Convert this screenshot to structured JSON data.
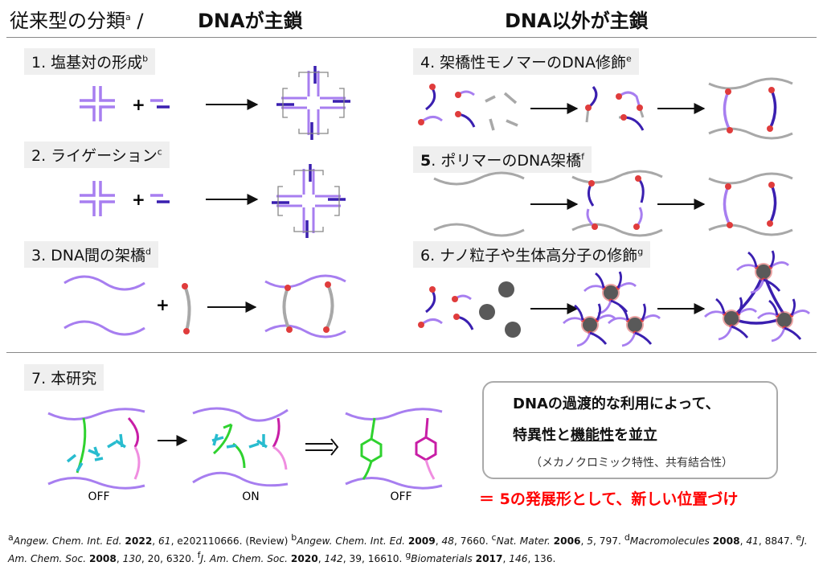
{
  "header": {
    "left_title": "従来型の分類",
    "left_sup": "a",
    "slash": " /",
    "left_bold": "DNAが主鎖",
    "right_bold": "DNA以外が主鎖"
  },
  "labels": {
    "l1": {
      "text": "1. 塩基対の形成",
      "sup": "b"
    },
    "l2": {
      "text": "2. ライゲーション",
      "sup": "c"
    },
    "l3": {
      "text": "3. DNA間の架橋",
      "sup": "d"
    },
    "l4": {
      "text": "4. 架橋性モノマーのDNA修飾",
      "sup": "e"
    },
    "l5": {
      "num": "5",
      "text": ". ポリマーのDNA架橋",
      "sup": "f"
    },
    "l6": {
      "text": "6. ナノ粒子や生体高分子の修飾",
      "sup": "g"
    },
    "l7": {
      "text": "7. 本研究"
    }
  },
  "plus": "+",
  "states": {
    "off1": "OFF",
    "on": "ON",
    "off2": "OFF"
  },
  "box": {
    "line1": "DNAの過渡的な利用によって、",
    "line2a": "特異性と",
    "line2b": "機能性",
    "line2c": "を並立",
    "line3": "（メカノクロミック特性、共有結合性）"
  },
  "conclusion": "＝ 5の発展形として、新しい位置づけ",
  "refs": [
    {
      "sup": "a",
      "journal": "Angew. Chem. Int. Ed.",
      "year": "2022",
      "vol": "61",
      "rest": ", e202110666. (Review) "
    },
    {
      "sup": "b",
      "journal": "Angew. Chem. Int. Ed.",
      "year": "2009",
      "vol": "48",
      "rest": ", 7660. "
    },
    {
      "sup": "c",
      "journal": "Nat. Mater.",
      "year": "2006",
      "vol": "5",
      "rest": ", 797. "
    },
    {
      "sup": "d",
      "journal": "Macromolecules",
      "year": "2008",
      "vol": "41",
      "rest": ", 8847. "
    },
    {
      "sup": "e",
      "journal": "J. Am. Chem. Soc.",
      "year": "2008",
      "vol": "130",
      "rest": ", 20, 6320. "
    },
    {
      "sup": "f",
      "journal": "J. Am. Chem. Soc.",
      "year": "2020",
      "vol": "142",
      "rest": ", 39, 16610. "
    },
    {
      "sup": "g",
      "journal": "Biomaterials",
      "year": "2017",
      "vol": "146",
      "rest": ", 136."
    }
  ],
  "colors": {
    "dna_light": "#a77ef0",
    "dna_dark": "#3a1fb0",
    "polymer_gray": "#a8a8a8",
    "red_dot": "#e03c3c",
    "particle": "#595959",
    "cyan": "#28bccf",
    "green": "#2fd22f",
    "magenta": "#c81ea6",
    "pink": "#f08ee0",
    "conclusion_red": "#ff0000"
  }
}
